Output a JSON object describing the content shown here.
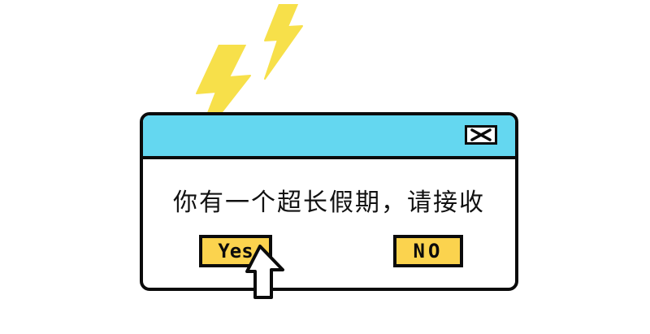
{
  "dialog": {
    "message": "你有一个超长假期，请接收",
    "yes_label": "Yes",
    "no_label": "NO"
  },
  "colors": {
    "titlebar": "#64d7f0",
    "button": "#fbd34e",
    "bolt": "#f7e04a",
    "outline": "#0b0b0b"
  },
  "icons": {
    "close": "close-icon",
    "bolt": "lightning-bolt-icon",
    "cursor": "mouse-pointer-icon"
  }
}
